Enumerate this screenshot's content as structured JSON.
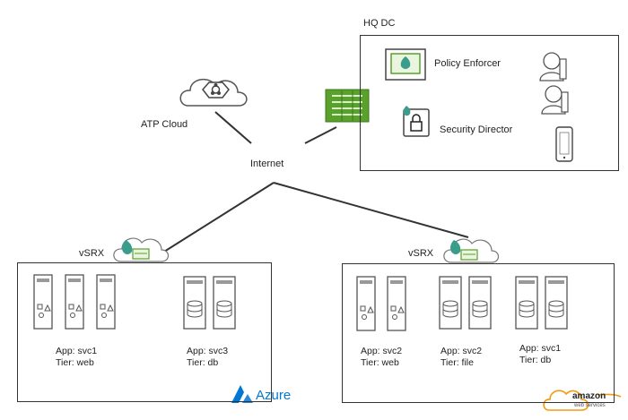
{
  "hq": {
    "title": "HQ DC",
    "policy_enforcer": "Policy Enforcer",
    "security_director": "Security Director"
  },
  "atp_cloud": "ATP Cloud",
  "internet": "Internet",
  "azure_site": {
    "vsrx": "vSRX",
    "brand": "Azure",
    "groups": [
      {
        "app": "App: svc1",
        "tier": "Tier: web"
      },
      {
        "app": "App: svc3",
        "tier": "Tier: db"
      }
    ]
  },
  "aws_site": {
    "vsrx": "vSRX",
    "brand_line1": "amazon",
    "brand_line2": "web services",
    "groups": [
      {
        "app": "App: svc2",
        "tier": "Tier: web"
      },
      {
        "app": "App: svc2",
        "tier": "Tier: file"
      },
      {
        "app": "App: svc1",
        "tier": "Tier: db"
      }
    ]
  },
  "colors": {
    "firewall": "#5aa02c",
    "line": "#333333",
    "azure": "#0078d4",
    "aws": "#f49a12",
    "teal": "#2a9d8f"
  }
}
